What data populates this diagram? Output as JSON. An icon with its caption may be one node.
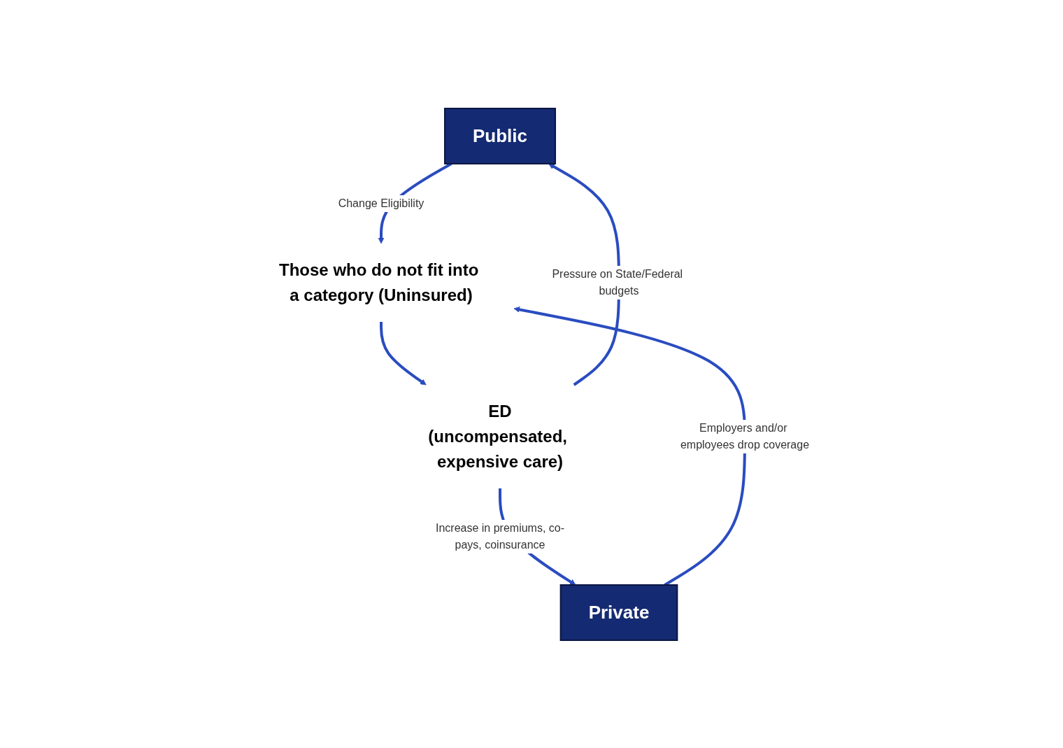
{
  "diagram": {
    "nodes": [
      {
        "text": [
          "Public"
        ]
      },
      {
        "text": [
          "Private"
        ]
      },
      {
        "text": [
          "Those who do not fit into a category (Uninsured)"
        ]
      },
      {
        "text": [
          "ED",
          "(uncompensated, expensive care)"
        ]
      }
    ],
    "edges": [
      {
        "from": 0,
        "to": 2,
        "arrow": "to",
        "label": "Change Eligibility"
      },
      {
        "from": 1,
        "to": 2,
        "arrow": "to",
        "label": "Employers and/or employees drop coverage"
      },
      {
        "from": 2,
        "to": 3,
        "arrow": "to"
      },
      {
        "from": 3,
        "to": 0,
        "arrow": "to",
        "label": "Pressure on State/Federal budgets"
      },
      {
        "from": 3,
        "to": 1,
        "arrow": "to",
        "label": "Increase in premiums, co-pays, coinsurance"
      }
    ]
  }
}
